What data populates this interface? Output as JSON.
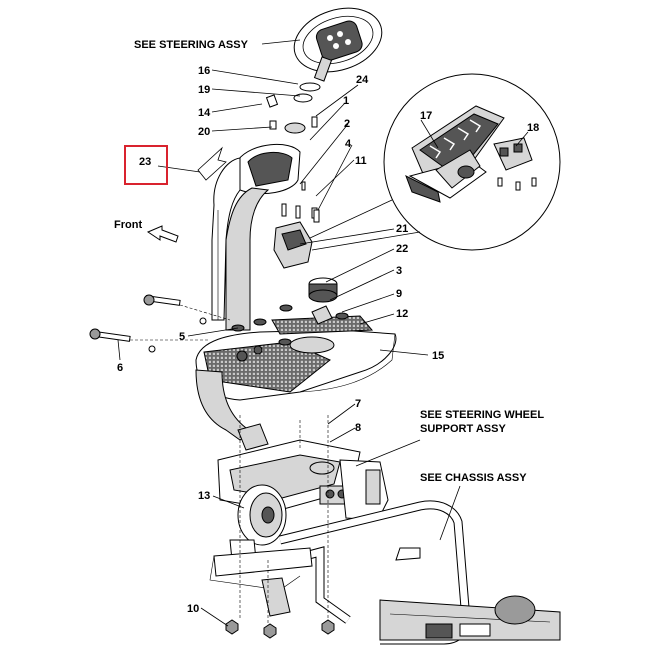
{
  "diagram": {
    "labels": {
      "steering": "SEE STEERING ASSY",
      "steering_support_line1": "SEE STEERING WHEEL",
      "steering_support_line2": "SUPPORT ASSY",
      "chassis": "SEE CHASSIS ASSY",
      "front": "Front"
    },
    "callouts": {
      "c1": "1",
      "c2": "2",
      "c3": "3",
      "c4": "4",
      "c5": "5",
      "c6": "6",
      "c7": "7",
      "c8": "8",
      "c9": "9",
      "c10": "10",
      "c11": "11",
      "c12": "12",
      "c13": "13",
      "c14": "14",
      "c15": "15",
      "c16": "16",
      "c17": "17",
      "c18": "18",
      "c19": "19",
      "c20": "20",
      "c21": "21",
      "c22": "22",
      "c23": "23",
      "c24": "24"
    },
    "highlighted_callout": "23",
    "highlight_color": "#d9232e"
  }
}
